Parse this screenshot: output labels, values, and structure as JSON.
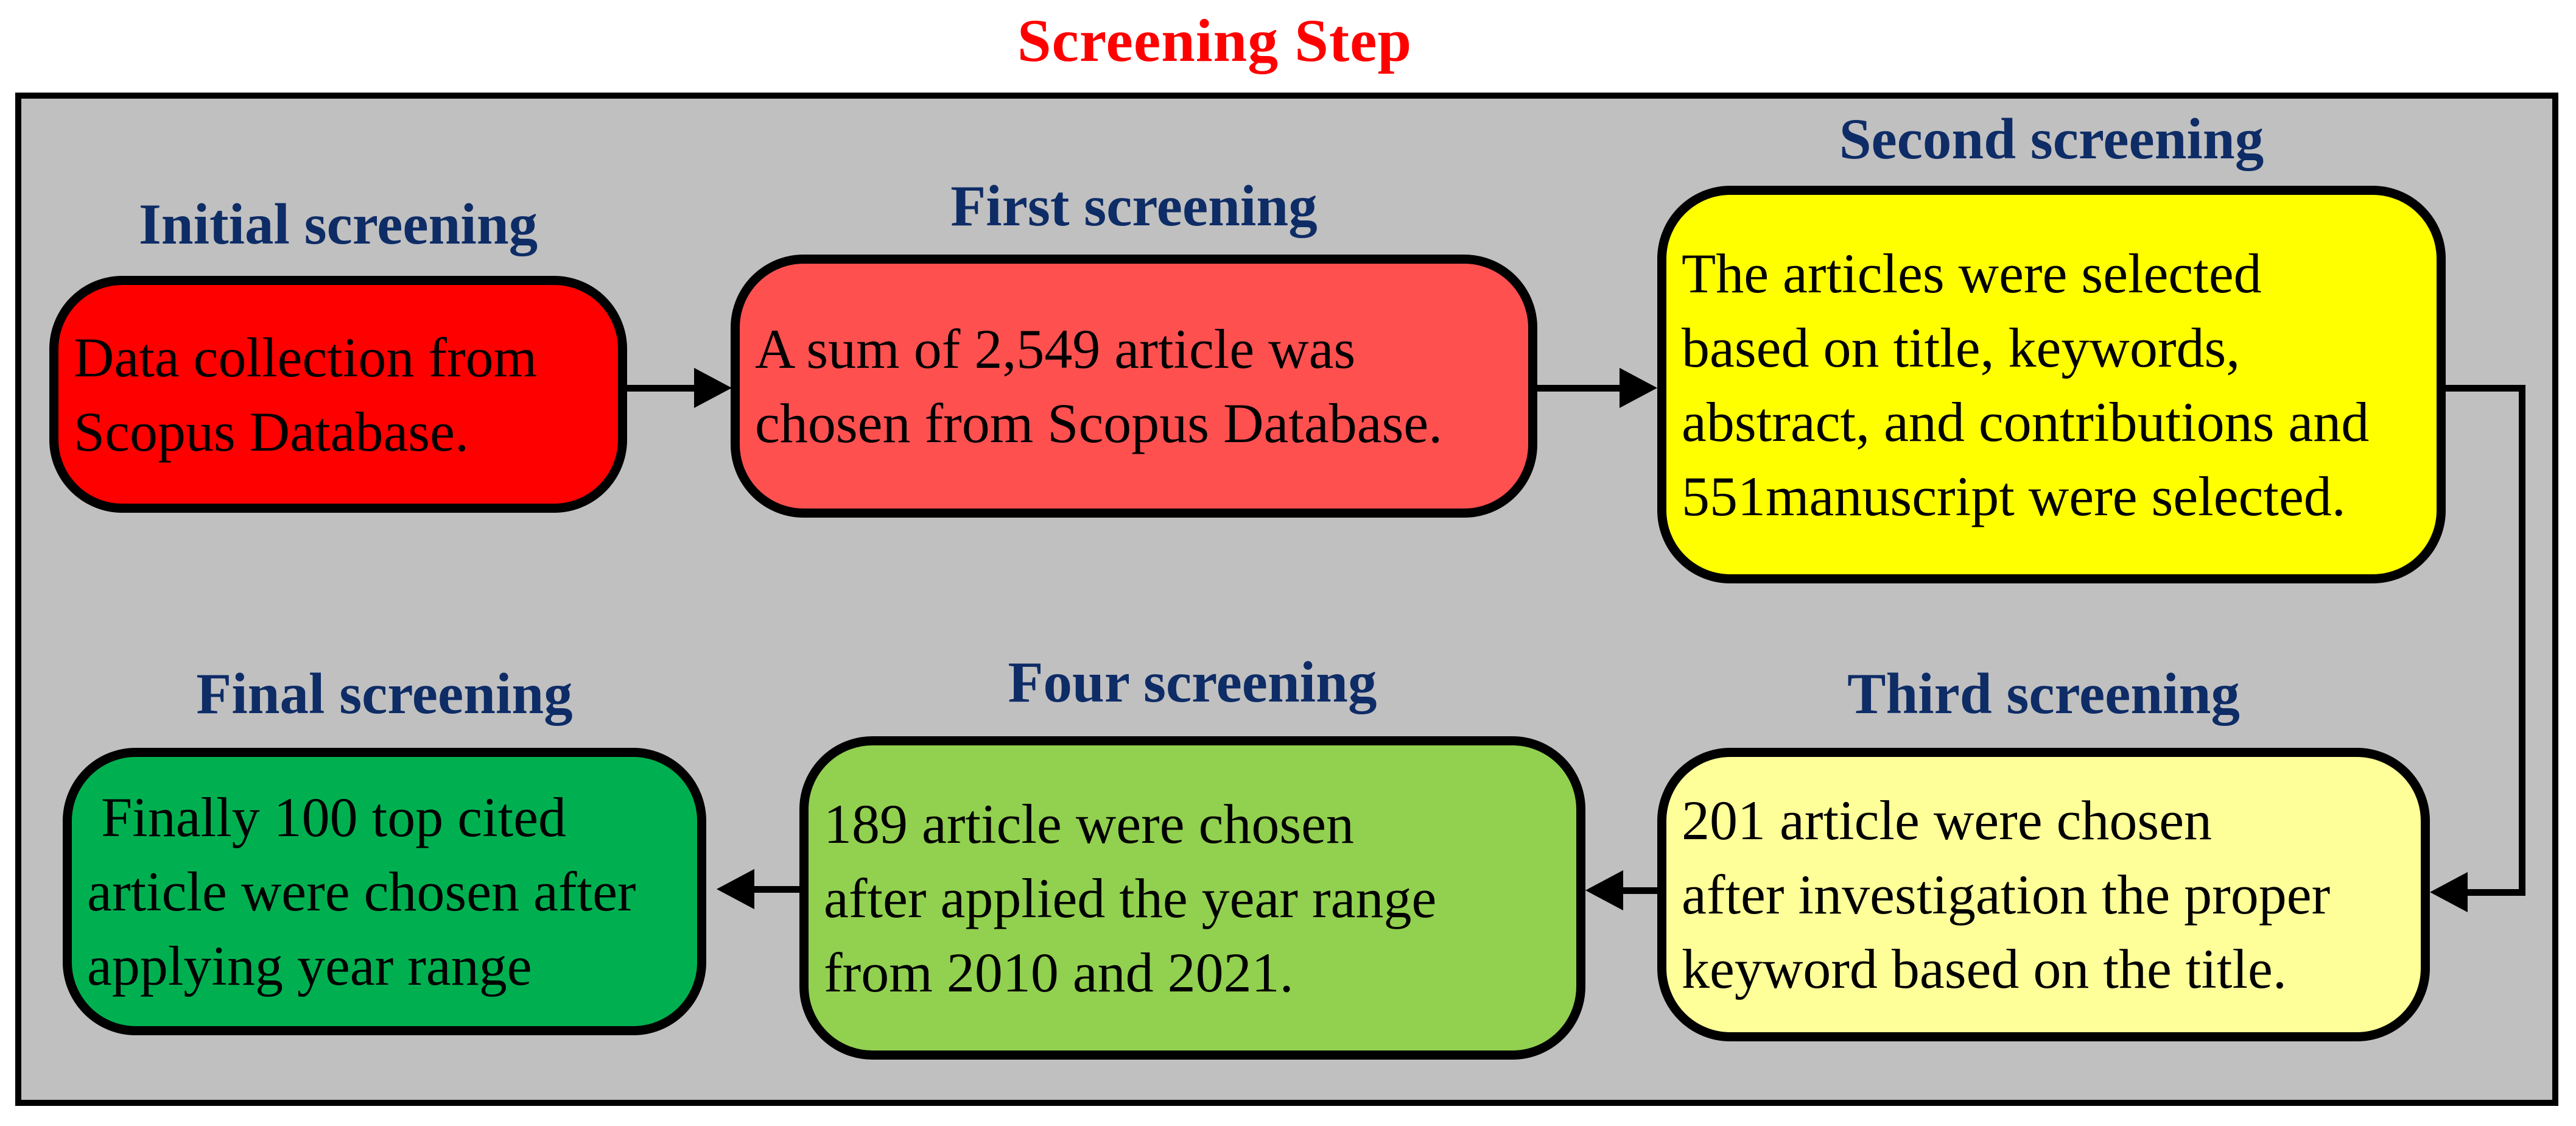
{
  "title": "Screening Step",
  "colors": {
    "title": "#FF0000",
    "label": "#0E2C66",
    "panel_fill": "#C0C0C0",
    "line": "#000000",
    "box_text": "#000000",
    "page_background": "#FFFFFF"
  },
  "steps": [
    {
      "label": "Initial screening",
      "fill": "#FF0000",
      "lines": [
        "Data collection from",
        "Scopus Database."
      ]
    },
    {
      "label": "First screening",
      "fill": "#FF5050",
      "lines": [
        "A sum of 2,549 article was",
        "chosen from Scopus Database."
      ]
    },
    {
      "label": "Second screening",
      "fill": "#FFFF00",
      "lines": [
        "The articles were selected",
        "based on title, keywords,",
        "abstract, and contributions and",
        "551manuscript were selected."
      ]
    },
    {
      "label": "Third screening",
      "fill": "#FFFF99",
      "lines": [
        "201 article were chosen",
        "after investigation the proper",
        "keyword based on the title."
      ]
    },
    {
      "label": "Four screening",
      "fill": "#92D050",
      "lines": [
        "189 article were chosen",
        "after applied the year range",
        "from 2010 and 2021."
      ]
    },
    {
      "label": "Final screening",
      "fill": "#00B050",
      "lines": [
        " Finally 100 top cited",
        "article were chosen after",
        "applying year range"
      ]
    }
  ]
}
